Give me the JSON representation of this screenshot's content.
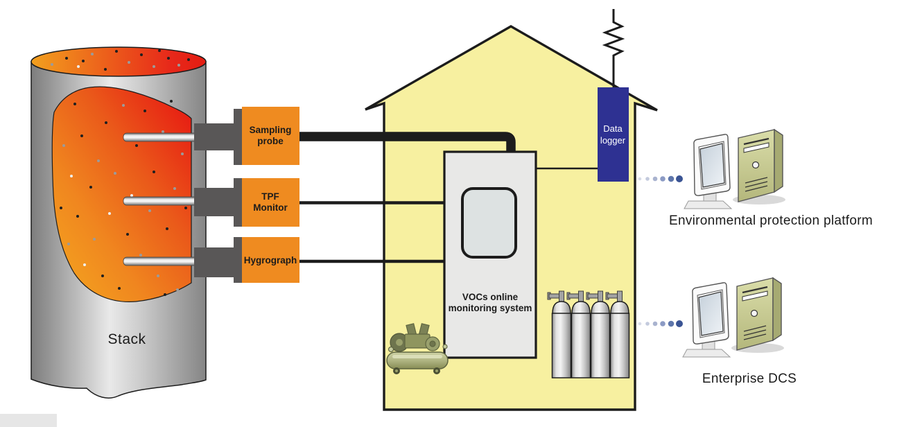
{
  "figure": {
    "type": "process-diagram",
    "subject": "VOCs online monitoring system installation"
  },
  "stack": {
    "label": "Stack"
  },
  "sensors": {
    "sampling_probe": "Sampling\nprobe",
    "tpf_monitor": "TPF\nMonitor",
    "hygrograph": "Hygrograph"
  },
  "station": {
    "cabinet": "VOCs online\nmonitoring system",
    "data_logger": "Data\nlogger"
  },
  "endpoints": {
    "platform": "Environmental protection platform",
    "dcs": "Enterprise DCS"
  },
  "colors": {
    "sensor_box_orange": "#ef8b20",
    "connector_gray": "#595757",
    "house_yellow": "#f7f0a0",
    "data_logger_blue": "#2e3192",
    "flame_red": "#e71f13",
    "flame_orange": "#f4a41f",
    "link_dot_navy": "#3a5494",
    "pc_tower_olive": "#c2c58c",
    "line_black": "#1c1c1c"
  }
}
